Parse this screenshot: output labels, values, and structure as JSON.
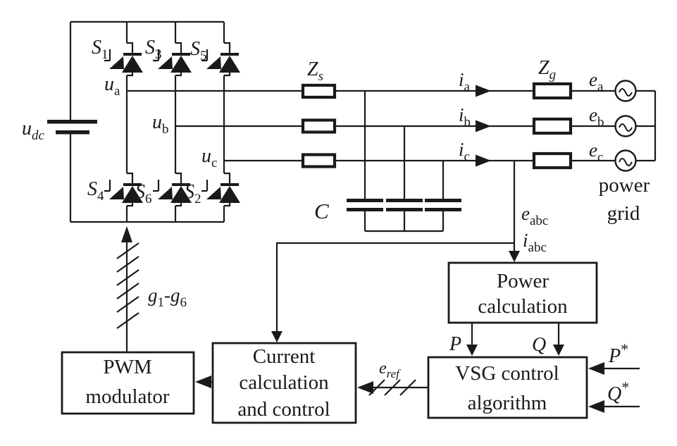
{
  "figure": {
    "background": "#ffffff",
    "ink": "#1a1a1a"
  },
  "labels": {
    "udc": {
      "main": "u",
      "sub": "dc"
    },
    "switches": [
      {
        "main": "S",
        "sub": "1"
      },
      {
        "main": "S",
        "sub": "3"
      },
      {
        "main": "S",
        "sub": "5"
      },
      {
        "main": "S",
        "sub": "4"
      },
      {
        "main": "S",
        "sub": "6"
      },
      {
        "main": "S",
        "sub": "2"
      }
    ],
    "phase_u": [
      {
        "main": "u",
        "sub": "a"
      },
      {
        "main": "u",
        "sub": "b"
      },
      {
        "main": "u",
        "sub": "c"
      }
    ],
    "zs": {
      "main": "Z",
      "sub": "s"
    },
    "zg": {
      "main": "Z",
      "sub": "g"
    },
    "cap": "C",
    "currents": [
      {
        "main": "i",
        "sub": "a"
      },
      {
        "main": "i",
        "sub": "b"
      },
      {
        "main": "i",
        "sub": "c"
      }
    ],
    "grid_emf": [
      {
        "main": "e",
        "sub": "a"
      },
      {
        "main": "e",
        "sub": "b"
      },
      {
        "main": "e",
        "sub": "c"
      }
    ],
    "grid": {
      "lines": [
        "power",
        "grid"
      ]
    },
    "e_abc": {
      "main": "e",
      "sub": "abc"
    },
    "i_abc": {
      "main": "i",
      "sub": "abc"
    },
    "gates": {
      "g1": "g",
      "s1": "1",
      "dash": "-",
      "g2": "g",
      "s2": "6"
    },
    "p": "P",
    "q": "Q",
    "p_ref": {
      "main": "P",
      "sup": "*"
    },
    "q_ref": {
      "main": "Q",
      "sup": "*"
    },
    "e_ref": {
      "main": "e",
      "sub": "ref"
    }
  },
  "blocks": {
    "power_calc": {
      "lines": [
        "Power",
        "calculation"
      ]
    },
    "vsg": {
      "lines": [
        "VSG control",
        "algorithm"
      ]
    },
    "current_calc": {
      "lines": [
        "Current",
        "calculation",
        "and control"
      ]
    },
    "pwm": {
      "lines": [
        "PWM",
        "modulator"
      ]
    }
  }
}
